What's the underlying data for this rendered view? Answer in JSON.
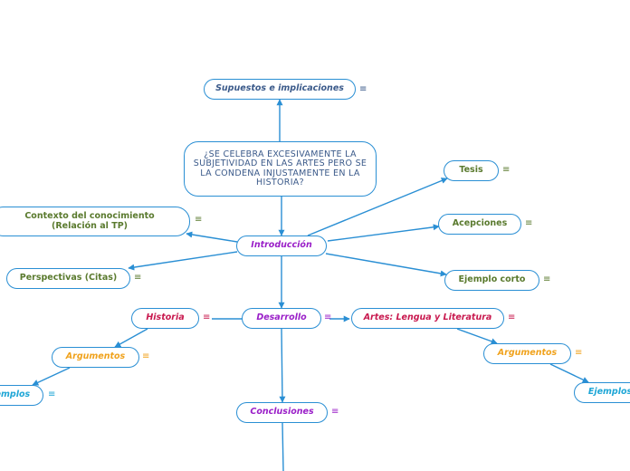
{
  "colors": {
    "line": "#2a8fd4",
    "node_border": "#2a8fd4",
    "blue_text": "#3b5a8a",
    "green_text": "#5a7a2e",
    "purple_text": "#9a1fc8",
    "crimson_text": "#c8184e",
    "orange_text": "#f0a21c",
    "cyan_text": "#1ea6d6"
  },
  "center_topic": "¿Se celebra excesivamente la subjetividad en las artes pero se la condena injustamente en la historia?",
  "nodes": {
    "supuestos": "Supuestos e implicaciones",
    "introduccion": "Introducción",
    "contexto": "Contexto del conocimiento\n(Relación al TP)",
    "perspectivas": "Perspectivas (Citas)",
    "tesis": "Tesis",
    "acepciones": "Acepciones",
    "ejemplo_corto": "Ejemplo corto",
    "desarrollo": "Desarrollo",
    "historia": "Historia",
    "argumentos_hist": "Argumentos",
    "ejemplos_hist": "Ejemplos",
    "artes": "Artes: Lengua y Literatura",
    "argumentos_artes": "Argumentos",
    "ejemplos_artes": "Ejemplos",
    "conclusiones": "Conclusiones"
  },
  "note_icon": "≡"
}
